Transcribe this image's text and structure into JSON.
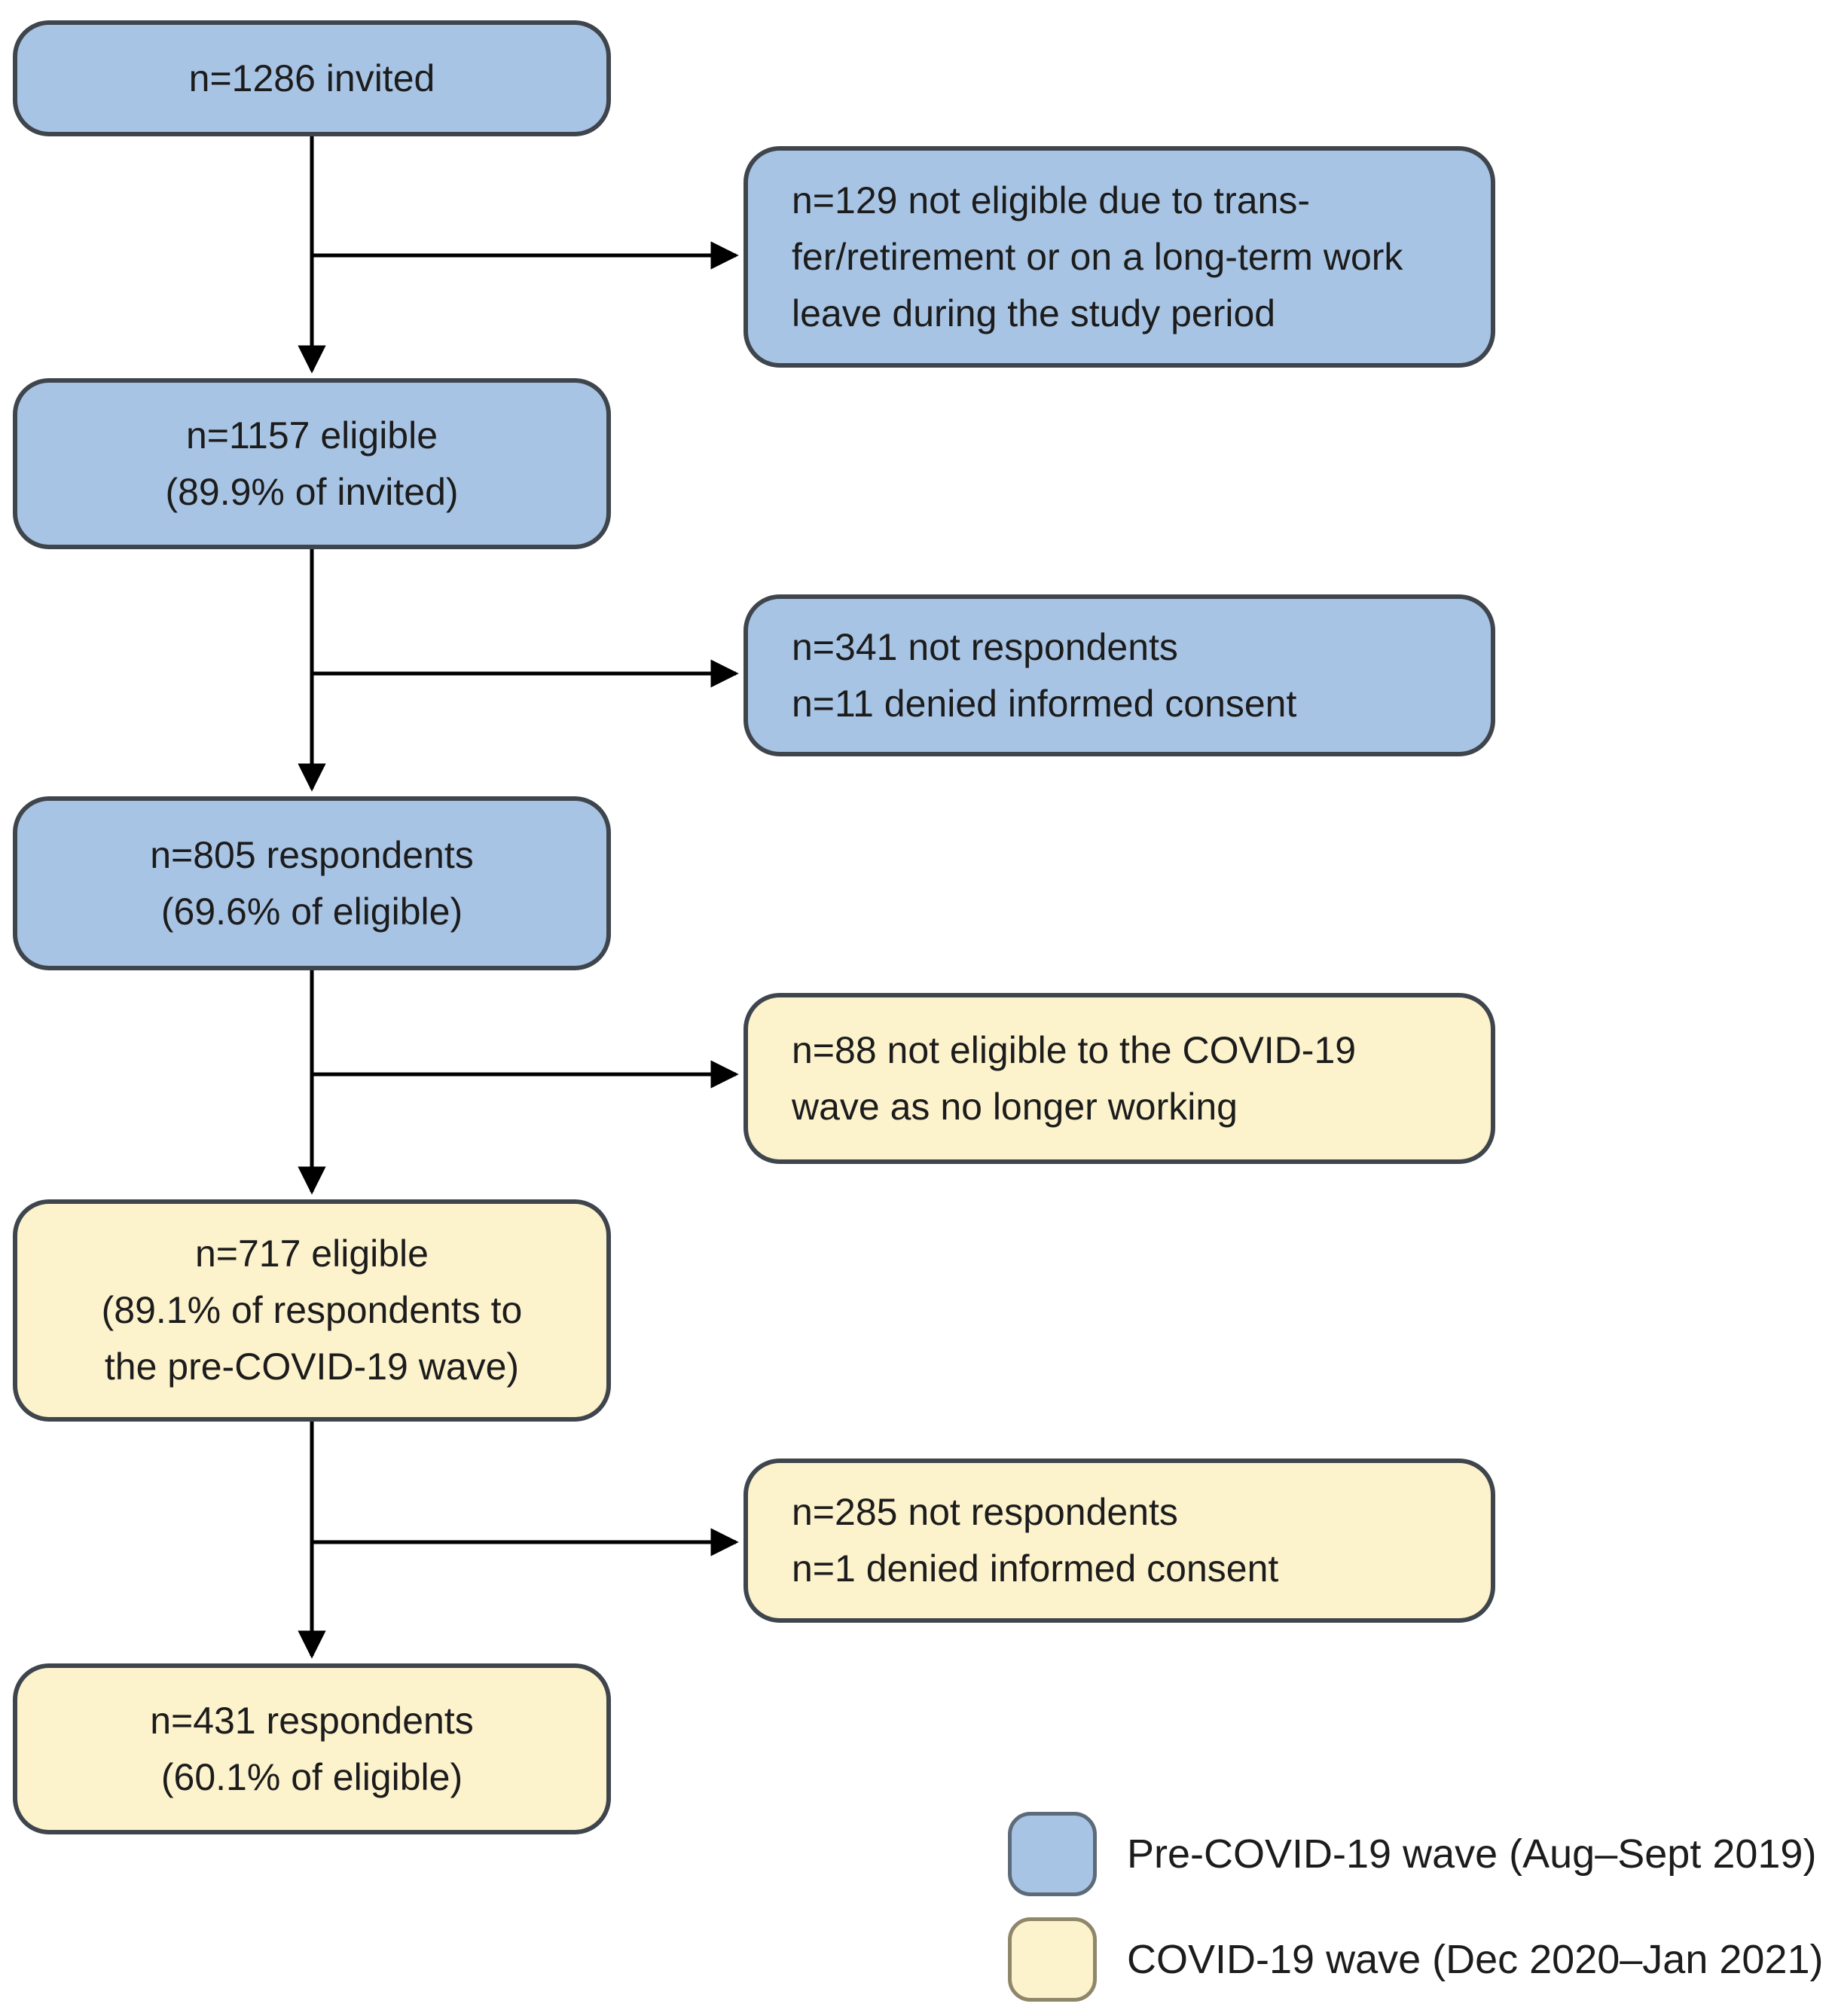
{
  "colors": {
    "pre_covid_fill": "#a8c4e4",
    "covid_fill": "#fcf2cc",
    "box_border": "#3f454c",
    "arrow_color": "#000000",
    "text_color": "#1c1c1c",
    "background": "#ffffff"
  },
  "flow": {
    "main_boxes": [
      {
        "id": "invited",
        "wave": "pre-covid",
        "text": "n=1286 invited"
      },
      {
        "id": "eligible-pre",
        "wave": "pre-covid",
        "text": "n=1157 eligible\n(89.9% of invited)"
      },
      {
        "id": "respondents-pre",
        "wave": "pre-covid",
        "text": "n=805 respondents\n(69.6% of eligible)"
      },
      {
        "id": "eligible-covid",
        "wave": "covid",
        "text": "n=717 eligible\n(89.1% of respondents to\nthe pre-COVID-19 wave)"
      },
      {
        "id": "respondents-covid",
        "wave": "covid",
        "text": "n=431 respondents\n(60.1% of eligible)"
      }
    ],
    "exclusion_boxes": [
      {
        "id": "not-eligible-pre",
        "wave": "pre-covid",
        "text": "n=129 not eligible due to trans-\nfer/retirement or on a long-term work\nleave during the study period"
      },
      {
        "id": "not-respondents-pre",
        "wave": "pre-covid",
        "text": "n=341 not respondents\nn=11 denied informed consent"
      },
      {
        "id": "not-eligible-covid",
        "wave": "covid",
        "text": "n=88 not eligible to the COVID-19\nwave as no longer working"
      },
      {
        "id": "not-respondents-covid",
        "wave": "covid",
        "text": "n=285 not respondents\nn=1 denied informed consent"
      }
    ],
    "legend": [
      {
        "wave": "pre-covid",
        "label": "Pre-COVID-19 wave (Aug–Sept 2019)"
      },
      {
        "wave": "covid",
        "label": "COVID-19 wave (Dec 2020–Jan 2021)"
      }
    ]
  }
}
